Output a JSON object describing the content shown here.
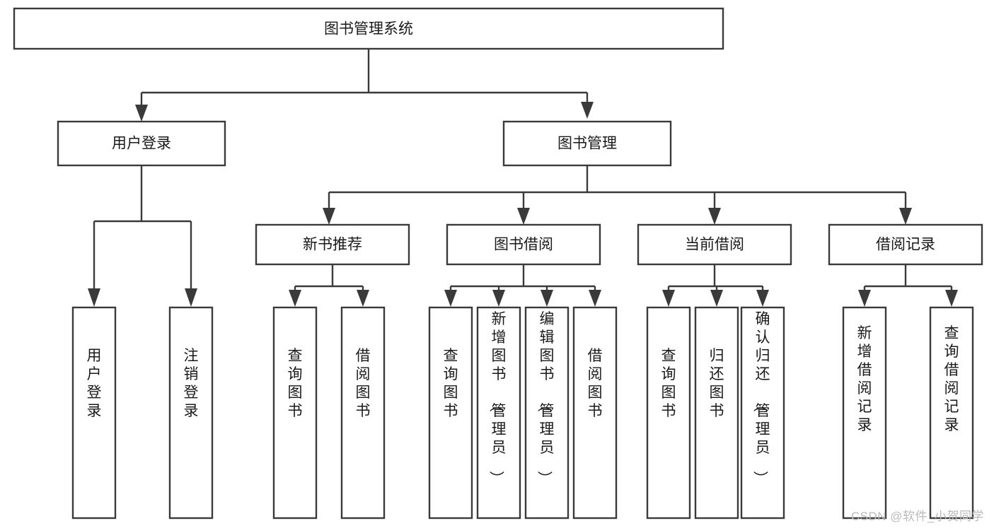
{
  "diagram": {
    "type": "hierarchy-tree",
    "title": "图书管理系统",
    "watermark": "CSDN @软件_小贺同学",
    "colors": {
      "background": "#ffffff",
      "stroke": "#3a3a3a",
      "fill": "#ffffff",
      "text": "#1a1a1a",
      "watermark": "#b9b9b9"
    },
    "root": {
      "label": "图书管理系统",
      "orientation": "horizontal"
    },
    "level2": [
      {
        "label": "用户登录",
        "orientation": "horizontal"
      },
      {
        "label": "图书管理",
        "orientation": "horizontal"
      }
    ],
    "level3": [
      {
        "label": "新书推荐",
        "orientation": "horizontal"
      },
      {
        "label": "图书借阅",
        "orientation": "horizontal"
      },
      {
        "label": "当前借阅",
        "orientation": "horizontal"
      },
      {
        "label": "借阅记录",
        "orientation": "horizontal"
      }
    ],
    "leaves": {
      "user_login": [
        {
          "label": "用户登录",
          "orientation": "vertical"
        },
        {
          "label": "注销登录",
          "orientation": "vertical"
        }
      ],
      "new_book_recommend": [
        {
          "label": "查询图书",
          "orientation": "vertical"
        },
        {
          "label": "借阅图书",
          "orientation": "vertical"
        }
      ],
      "book_borrow": [
        {
          "label": "查询图书",
          "orientation": "vertical"
        },
        {
          "label": "新增图书（管理员）",
          "orientation": "vertical"
        },
        {
          "label": "编辑图书（管理员）",
          "orientation": "vertical"
        },
        {
          "label": "借阅图书",
          "orientation": "vertical"
        }
      ],
      "current_borrow": [
        {
          "label": "查询图书",
          "orientation": "vertical"
        },
        {
          "label": "归还图书",
          "orientation": "vertical"
        },
        {
          "label": "确认归还（管理员）",
          "orientation": "vertical"
        }
      ],
      "borrow_record": [
        {
          "label": "新增借阅记录",
          "orientation": "vertical"
        },
        {
          "label": "查询借阅记录",
          "orientation": "vertical"
        }
      ]
    }
  }
}
